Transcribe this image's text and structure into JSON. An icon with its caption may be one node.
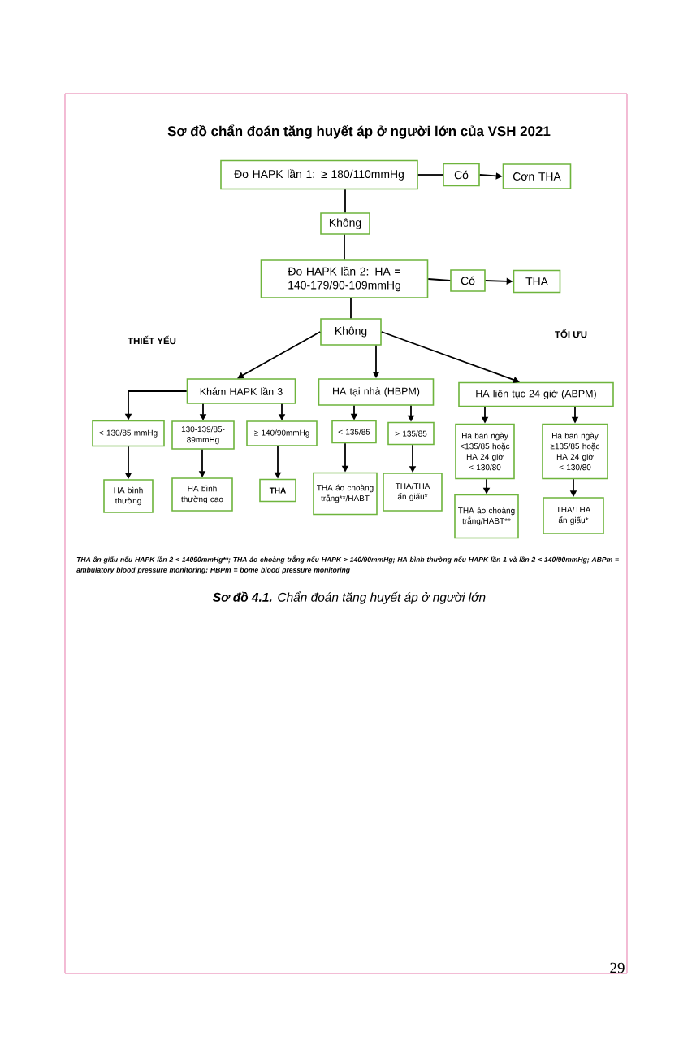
{
  "diagram": {
    "title": "Sơ đồ chẩn đoán tăng huyết áp ở người lớn của VSH 2021",
    "caption": "**Sơ đồ 4.1.** Chẩn đoán tăng huyết áp ở người lớn",
    "nodes": [
      {
        "text": [
          "Đo HAPK lần 1: ≥ 180/110mmHg"
        ]
      },
      {
        "text": [
          "Có"
        ]
      },
      {
        "text": [
          "Cơn THA"
        ]
      },
      {
        "text": [
          "Không"
        ]
      },
      {
        "text": [
          "Đo HAPK lần 2: HA = 140-179/90-109mmHg"
        ]
      },
      {
        "text": [
          "Có"
        ]
      },
      {
        "text": [
          "THA"
        ]
      },
      {
        "text": [
          "Không"
        ]
      },
      {
        "text": [
          "Khám HAPK lần 3"
        ]
      },
      {
        "text": [
          "HA tại nhà (HBPM)"
        ]
      },
      {
        "text": [
          "HA liên tục 24 giờ (ABPM)"
        ]
      },
      {
        "text": [
          "< 130/85 mmHg"
        ]
      },
      {
        "text": [
          "130-139/85-89mmHg"
        ]
      },
      {
        "text": [
          "≥ 140/90mmHg"
        ]
      },
      {
        "text": [
          "< 135/85"
        ]
      },
      {
        "text": [
          "> 135/85"
        ]
      },
      {
        "text": [
          "Ha ban ngày <135/85 hoặc HA 24 giờ < 130/80"
        ]
      },
      {
        "text": [
          "Ha ban ngày ≥135/85 hoặc HA 24 giờ < 130/80"
        ]
      },
      {
        "text": [
          "HA bình thường"
        ]
      },
      {
        "text": [
          "HA bình thường cao"
        ]
      },
      {
        "text": [
          "THA"
        ]
      },
      {
        "text": [
          "THA áo choàng trắng**/HABT"
        ]
      },
      {
        "text": [
          "THA/THA ẩn giấu*"
        ]
      },
      {
        "text": [
          "THA áo choàng trắng/HABT**"
        ]
      },
      {
        "text": [
          "THA/THA ẩn giấu*"
        ]
      }
    ],
    "edges": [
      {
        "from": 0,
        "to": 1,
        "arrow": "none"
      },
      {
        "from": 1,
        "to": 2,
        "arrow": "to"
      },
      {
        "from": 0,
        "to": 3,
        "arrow": "none"
      },
      {
        "from": 3,
        "to": 4,
        "arrow": "none"
      },
      {
        "from": 4,
        "to": 5,
        "arrow": "none"
      },
      {
        "from": 5,
        "to": 6,
        "arrow": "to"
      },
      {
        "from": 4,
        "to": 7,
        "arrow": "none"
      },
      {
        "from": 7,
        "to": 8,
        "arrow": "to"
      },
      {
        "from": 7,
        "to": 9,
        "arrow": "to"
      },
      {
        "from": 7,
        "to": 10,
        "arrow": "to"
      },
      {
        "from": 8,
        "to": 11,
        "arrow": "to"
      },
      {
        "from": 8,
        "to": 12,
        "arrow": "to"
      },
      {
        "from": 8,
        "to": 13,
        "arrow": "to"
      },
      {
        "from": 9,
        "to": 14,
        "arrow": "to"
      },
      {
        "from": 9,
        "to": 15,
        "arrow": "to"
      },
      {
        "from": 10,
        "to": 16,
        "arrow": "to"
      },
      {
        "from": 10,
        "to": 17,
        "arrow": "to"
      },
      {
        "from": 11,
        "to": 18,
        "arrow": "to"
      },
      {
        "from": 12,
        "to": 19,
        "arrow": "to"
      },
      {
        "from": 13,
        "to": 20,
        "arrow": "to"
      },
      {
        "from": 14,
        "to": 21,
        "arrow": "to"
      },
      {
        "from": 15,
        "to": 22,
        "arrow": "to"
      },
      {
        "from": 16,
        "to": 23,
        "arrow": "to"
      },
      {
        "from": 17,
        "to": 24,
        "arrow": "to"
      }
    ],
    "labels": [
      "THIẾT YẾU",
      "TỐI ƯU",
      "THA ẩn giấu nếu HAPK lần 2 < 14090mmHg**; THA áo choàng trắng nếu HAPK > 140/90mmHg; HA bình thường nếu HAPK lần 1 và lần 2 < 140/90mmHg; ABPm = ambulatory blood pressure monitoring; HBPm = bome blood pressure monitoring",
      "29"
    ]
  }
}
